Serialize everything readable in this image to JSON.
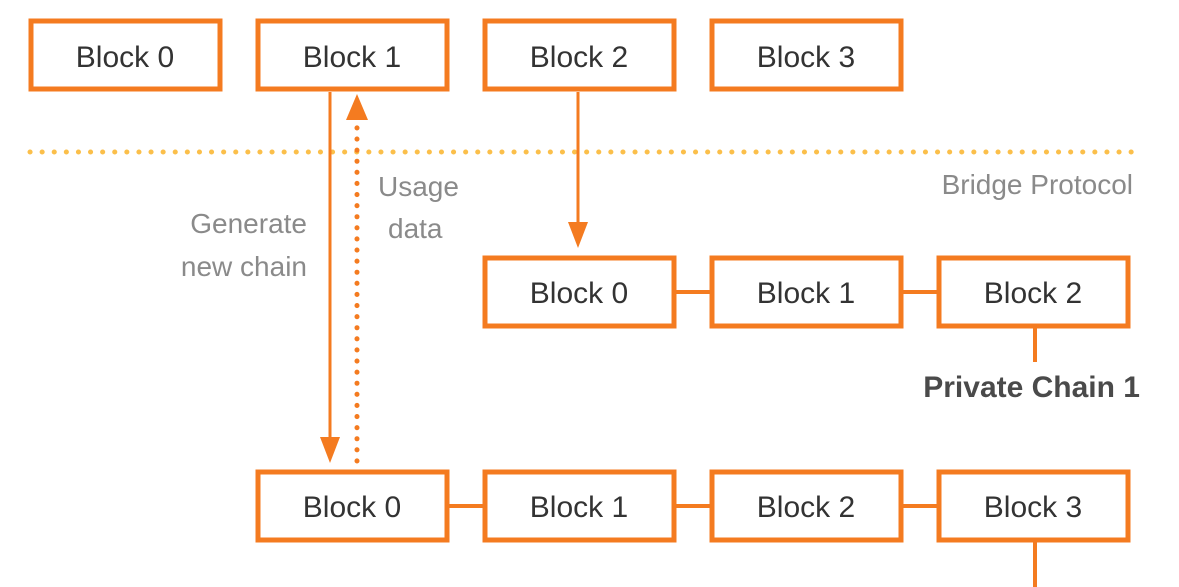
{
  "colors": {
    "block_border": "#f47b20",
    "separator": "#fbbf4a",
    "label_gray": "#8a8a8a",
    "text_dark": "#333333"
  },
  "main_chain": {
    "blocks": [
      "Block 0",
      "Block 1",
      "Block 2",
      "Block 3"
    ]
  },
  "separator": {
    "label": "Bridge Protocol"
  },
  "arrows": {
    "generate_label_line1": "Generate",
    "generate_label_line2": "new chain",
    "usage_label_line1": "Usage",
    "usage_label_line2": "data"
  },
  "private_chain_1": {
    "blocks": [
      "Block 0",
      "Block 1",
      "Block 2"
    ],
    "label": "Private Chain 1"
  },
  "private_chain_2": {
    "blocks": [
      "Block 0",
      "Block 1",
      "Block 2",
      "Block 3"
    ]
  }
}
